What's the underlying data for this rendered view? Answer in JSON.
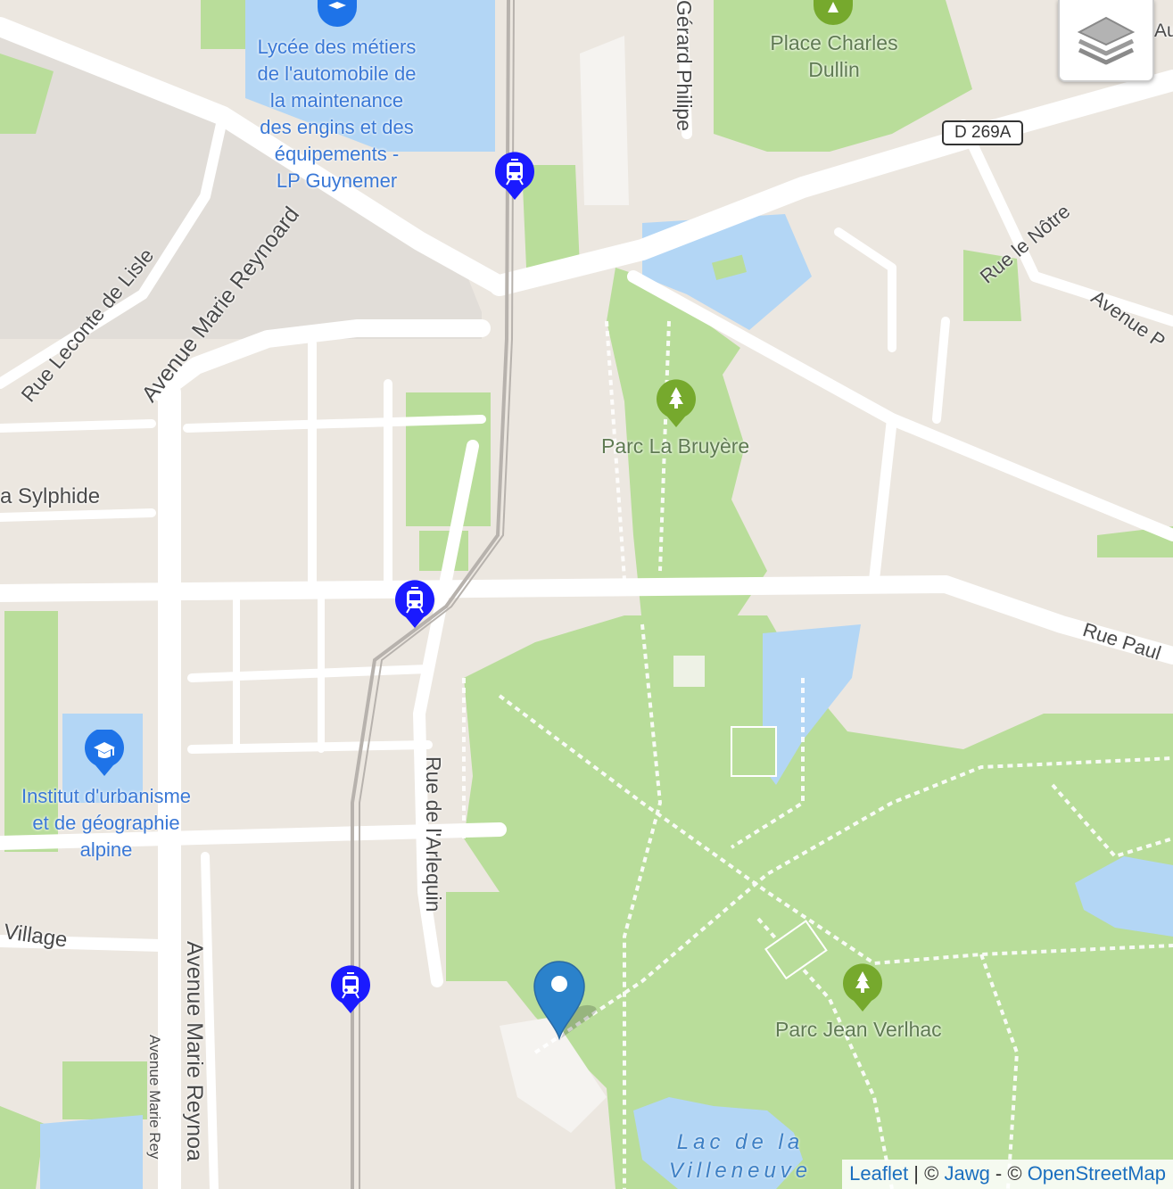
{
  "streets": {
    "marie_reynoard_diag": "Avenue Marie Reynoard",
    "marie_reynoard_vert": "Avenue Marie Reynoa",
    "marie_reynoard_small": "Avenue Marie Rey",
    "leconte": "Rue Leconte de Lisle",
    "sylphide": "a Sylphide",
    "village": "Village",
    "arlequin": "Rue de l'Arlequin",
    "gerard": "Gérard Philipe",
    "notre": "Rue le Nôtre",
    "avenue_right": "Avenue P",
    "rue_paul": "Rue Paul",
    "top_right": "Au"
  },
  "road_shield": "D 269A",
  "pois": {
    "lycee": "Lycée des métiers\nde l'automobile de\nla maintenance\ndes engins et des\néquipements -\nLP Guynemer",
    "institut": "Institut d'urbanisme\net de géographie\nalpine"
  },
  "parks": {
    "charles": "Place Charles\nDullin",
    "bruyere": "Parc La Bruyère",
    "verlhac": "Parc Jean Verlhac"
  },
  "water": {
    "lac": "Lac de la\nVilleneuve"
  },
  "attribution": {
    "leaflet": "Leaflet",
    "sep": " | © ",
    "jawg": "Jawg",
    "dash": " - © ",
    "osm": "OpenStreetMap"
  },
  "icons": {
    "layers": "layers-icon",
    "tram": "tram-stop-icon",
    "school": "school-icon",
    "park": "park-icon",
    "marker": "map-marker-icon"
  },
  "colors": {
    "land": "#ece7e0",
    "park": "#b9dd9a",
    "water": "#b3d6f5",
    "road": "#ffffff",
    "transit": "#1a1aff",
    "marker": "#2b82cb"
  }
}
